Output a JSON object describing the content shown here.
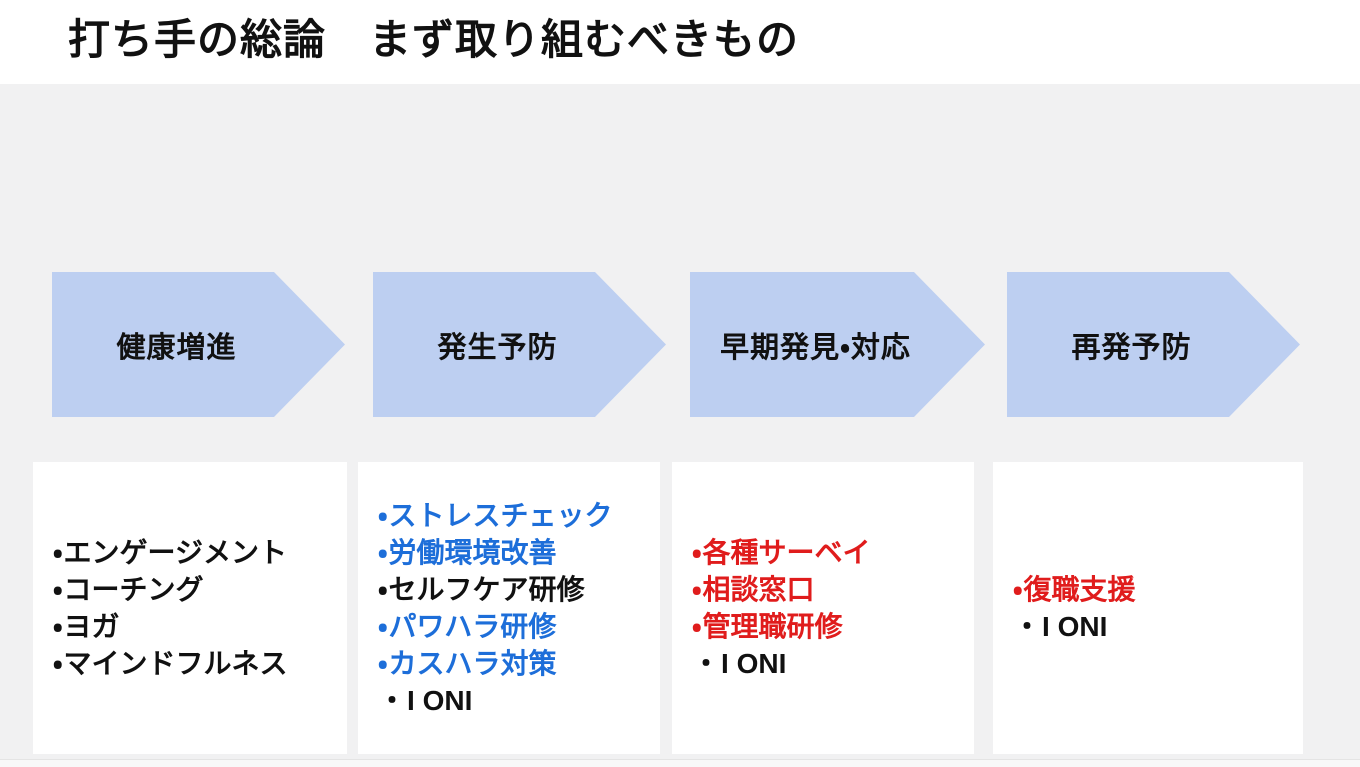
{
  "slide": {
    "title": "打ち手の総論　まず取り組むべきもの",
    "bullet": "・",
    "colors": {
      "panel_background": "#f1f1f2",
      "arrow_fill": "#bdcff1",
      "text_black": "#111111",
      "text_blue": "#1d6ed9",
      "text_red": "#e01c1c"
    },
    "stages": [
      {
        "label": "健康増進",
        "items": [
          {
            "text": "エンゲージメント",
            "color": "black"
          },
          {
            "text": "コーチング",
            "color": "black"
          },
          {
            "text": "ヨガ",
            "color": "black"
          },
          {
            "text": "マインドフルネス",
            "color": "black"
          }
        ]
      },
      {
        "label": "発生予防",
        "items": [
          {
            "text": "ストレスチェック",
            "color": "blue"
          },
          {
            "text": "労働環境改善",
            "color": "blue"
          },
          {
            "text": "セルフケア研修",
            "color": "black"
          },
          {
            "text": "パワハラ研修",
            "color": "blue"
          },
          {
            "text": "カスハラ対策",
            "color": "blue"
          },
          {
            "text": "I ONI",
            "color": "black"
          }
        ]
      },
      {
        "label": "早期発見・対応",
        "items": [
          {
            "text": "各種サーベイ",
            "color": "red"
          },
          {
            "text": "相談窓口",
            "color": "red"
          },
          {
            "text": "管理職研修",
            "color": "red"
          },
          {
            "text": "I ONI",
            "color": "black"
          }
        ]
      },
      {
        "label": "再発予防",
        "items": [
          {
            "text": "復職支援",
            "color": "red"
          },
          {
            "text": "I ONI",
            "color": "black"
          }
        ]
      }
    ]
  }
}
